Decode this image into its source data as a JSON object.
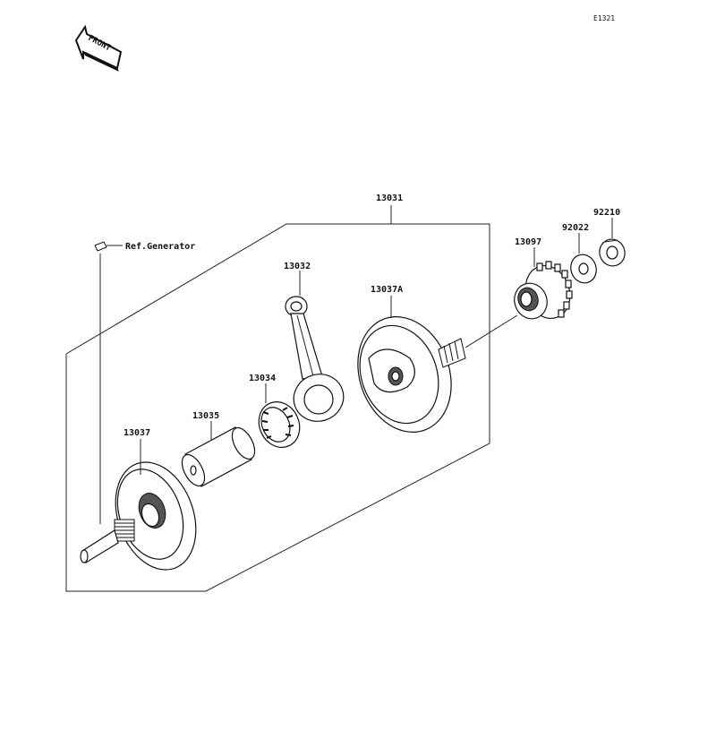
{
  "diagram_code": "E1321",
  "front_label": "FRONT",
  "parts": {
    "p13031": "13031",
    "p13032": "13032",
    "p13034": "13034",
    "p13035": "13035",
    "p13037": "13037",
    "p13037A": "13037A",
    "p13097": "13097",
    "p92022": "92022",
    "p92210": "92210"
  },
  "ref_generator": "Ref.Generator"
}
